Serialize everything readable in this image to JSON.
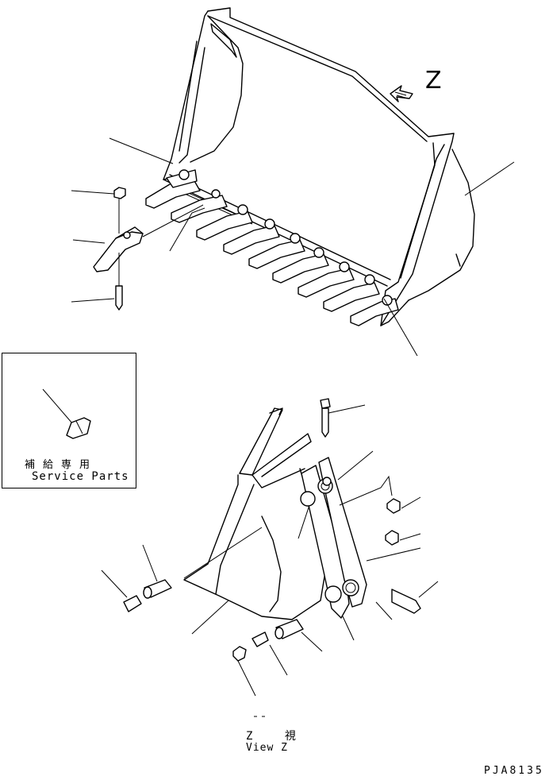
{
  "view_marker": {
    "letter": "Z"
  },
  "service_parts": {
    "label_jp": "補給専用",
    "label_en": "Service Parts"
  },
  "view_caption": {
    "label_jp": "Z 視",
    "label_en": "View Z"
  },
  "drawing_code": "PJA8135"
}
